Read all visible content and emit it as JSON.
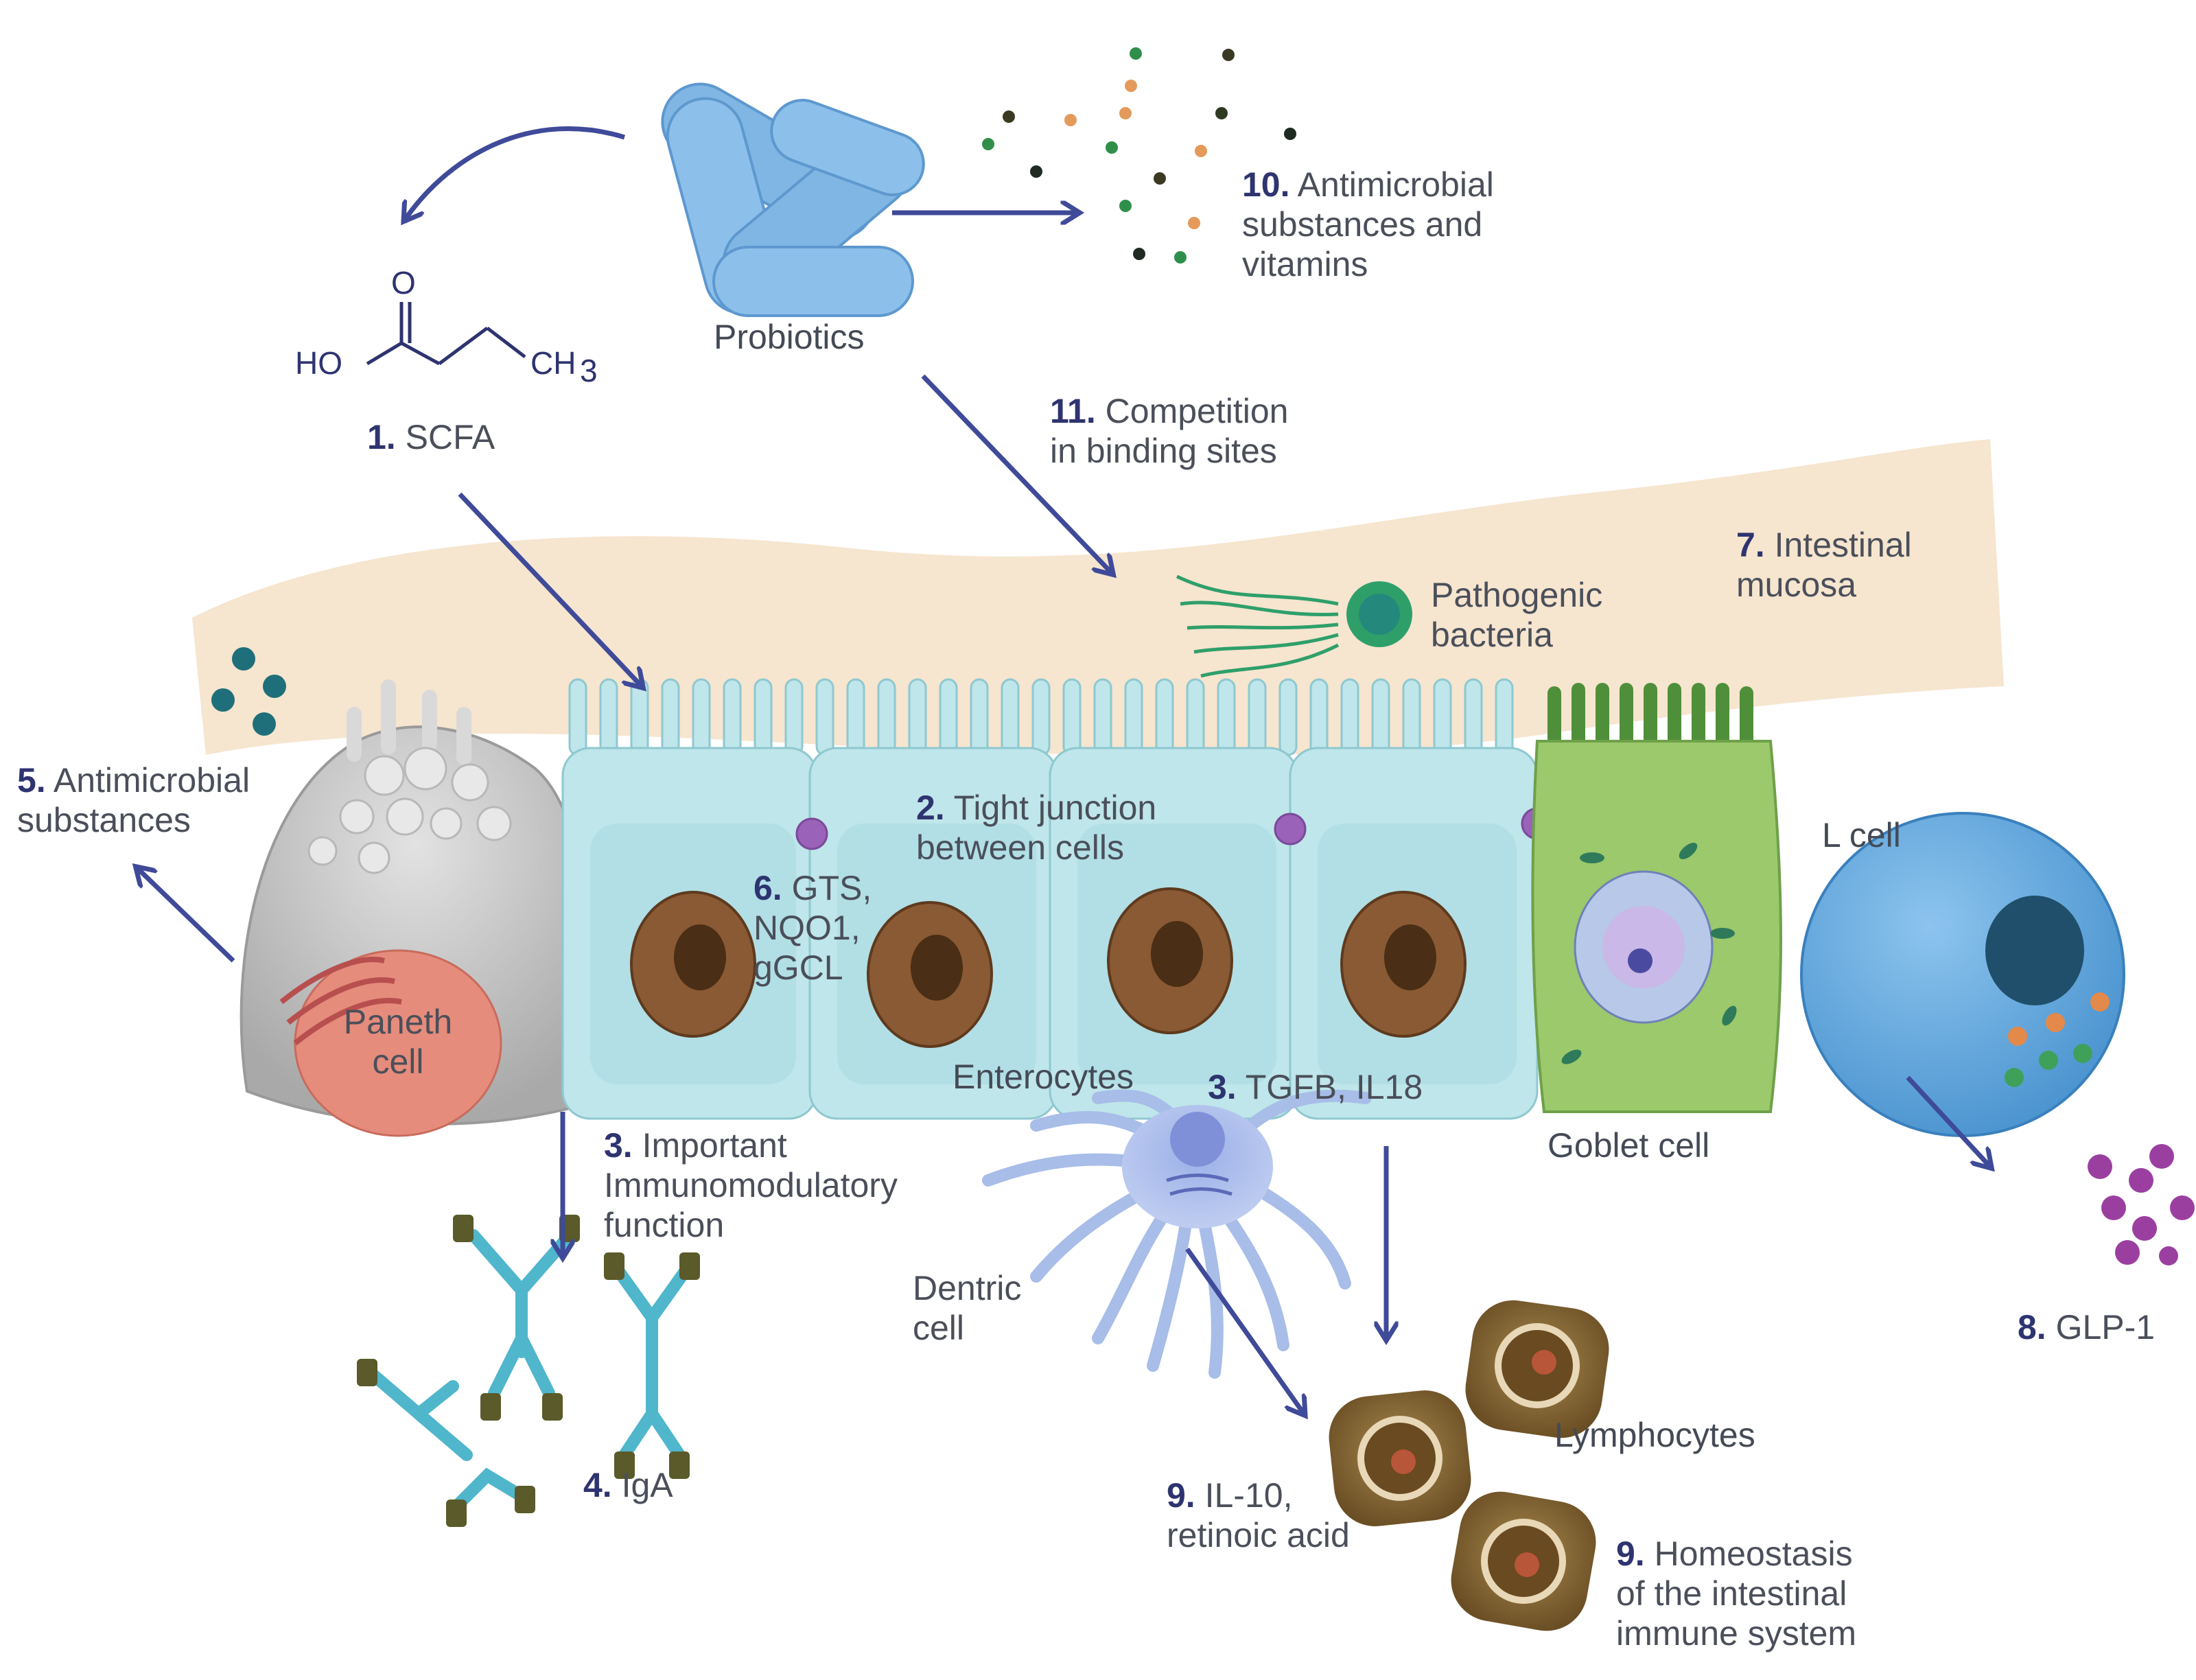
{
  "colors": {
    "arrow": "#3f4a99",
    "mucosa": "#f6e5cf",
    "probiotic": "#7fb6e4",
    "enterocyte": "#bfe6ea",
    "nucleus": "#8a5a34",
    "paneth": "#c9c9c9",
    "paneth_nucleus": "#e58c7c",
    "goblet": "#9bc96b",
    "l_cell": "#5ea6dc",
    "dendritic": "#a8bde8",
    "iga": "#4fb6cc",
    "lymphocyte": "#8a6a3a",
    "glp1": "#9a3fa0",
    "pathogen": "#2f9f6a",
    "tight_junction": "#9a62b8"
  },
  "chemistry": {
    "ho": "HO",
    "o": "O",
    "ch": "CH",
    "sub3": "3"
  },
  "labels": {
    "probiotics": "Probiotics",
    "scfa": {
      "num": "1.",
      "text": "SCFA"
    },
    "tight_junction": {
      "num": "2.",
      "line1": "Tight junction",
      "line2": "between cells"
    },
    "immuno": {
      "num": "3.",
      "line1": "Important",
      "line2": "Immunomodulatory",
      "line3": "function"
    },
    "tgfb": {
      "num": "3.",
      "text": "TGFB, IL18"
    },
    "iga": {
      "num": "4.",
      "text": "IgA"
    },
    "antimicrobial": {
      "num": "5.",
      "line1": "Antimicrobial",
      "line2": "substances"
    },
    "gts": {
      "num": "6.",
      "line1": "GTS,",
      "line2": "NQO1,",
      "line3": "gGCL"
    },
    "mucosa": {
      "num": "7.",
      "line1": "Intestinal",
      "line2": "mucosa"
    },
    "glp1": {
      "num": "8.",
      "text": "GLP-1"
    },
    "il10": {
      "num": "9.",
      "line1": "IL-10,",
      "line2": "retinoic acid"
    },
    "homeostasis": {
      "num": "9.",
      "line1": "Homeostasis",
      "line2": "of the intestinal",
      "line3": "immune system"
    },
    "antimicrobial_vitamins": {
      "num": "10.",
      "line1": "Antimicrobial",
      "line2": "substances and",
      "line3": "vitamins"
    },
    "competition": {
      "num": "11.",
      "line1": "Competition",
      "line2": "in binding sites"
    },
    "pathogenic": {
      "line1": "Pathogenic",
      "line2": "bacteria"
    },
    "paneth": {
      "line1": "Paneth",
      "line2": "cell"
    },
    "enterocytes": "Enterocytes",
    "goblet": "Goblet cell",
    "l_cell": "L cell",
    "dendritic": {
      "line1": "Dentric",
      "line2": "cell"
    },
    "lymphocytes": "Lymphocytes"
  }
}
